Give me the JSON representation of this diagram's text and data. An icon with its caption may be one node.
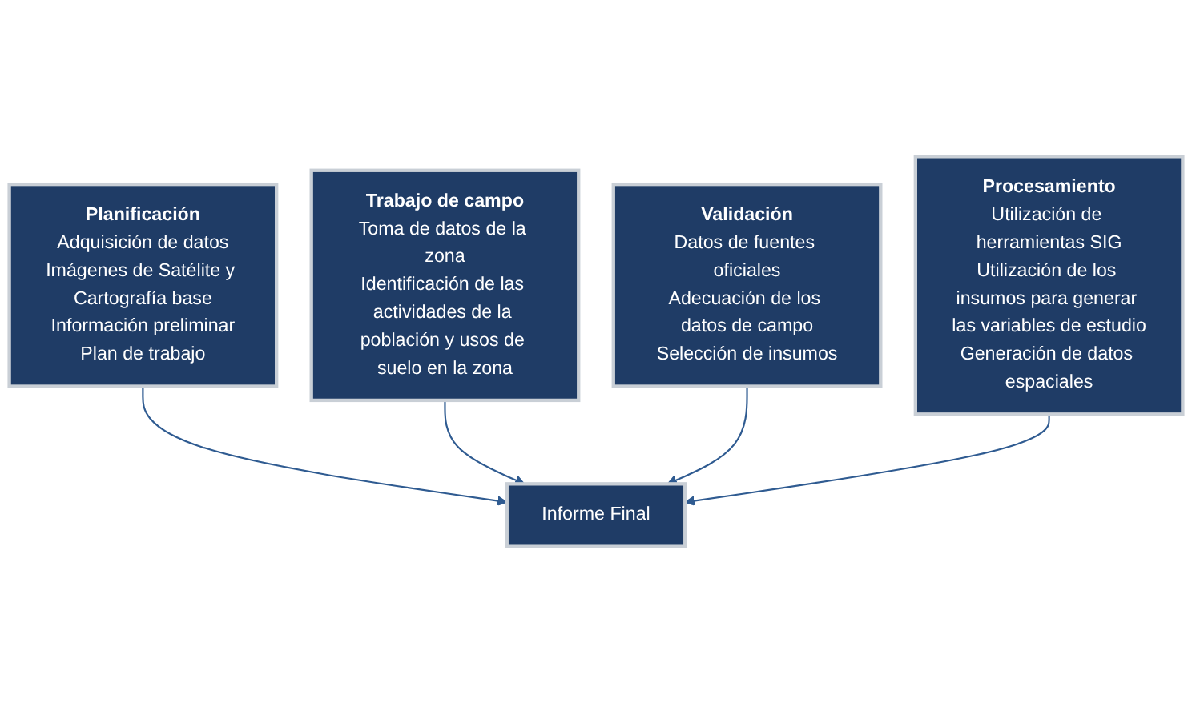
{
  "diagram": {
    "nodes": [
      {
        "text": [
          "Planificación",
          "Adquisición de datos",
          "Imágenes de Satélite y Cartografía base",
          "Información preliminar",
          "Plan de trabajo"
        ]
      },
      {
        "text": [
          "Trabajo de campo",
          "Toma de datos de la zona",
          "Identificación de las actividades de la población y usos de suelo en la zona"
        ]
      },
      {
        "text": [
          "Validación",
          "Datos de fuentes oficiales",
          "Adecuación de los datos de campo",
          "Selección de insumos"
        ]
      },
      {
        "text": [
          "Procesamiento",
          "Utilización de herramientas SIG",
          "Utilización de los insumos para generar las variables de estudio",
          "Generación de datos espaciales"
        ]
      },
      {
        "text": [
          "Informe Final"
        ]
      }
    ],
    "edges": [
      {
        "from": 0,
        "to": 4,
        "arrow": "to"
      },
      {
        "from": 1,
        "to": 4,
        "arrow": "to"
      },
      {
        "from": 2,
        "to": 4,
        "arrow": "to"
      },
      {
        "from": 3,
        "to": 4,
        "arrow": "to"
      }
    ]
  }
}
